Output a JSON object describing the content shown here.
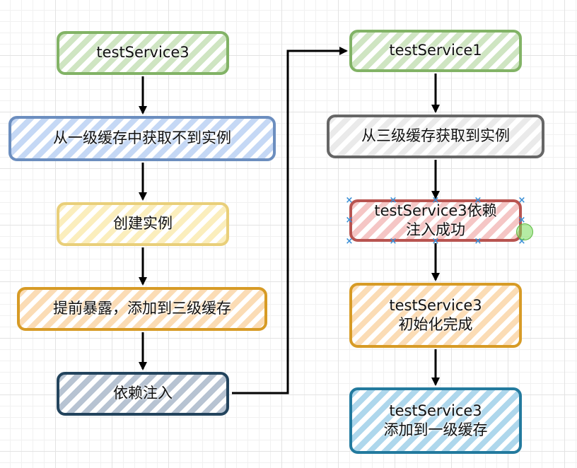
{
  "diagram": {
    "nodes": [
      {
        "id": "n1",
        "text": "testService3",
        "style": "green"
      },
      {
        "id": "n2",
        "text": "从一级缓存中获取不到实例",
        "style": "blue"
      },
      {
        "id": "n3",
        "text": "创建实例",
        "style": "yellow"
      },
      {
        "id": "n4",
        "text": "提前暴露，添加到三级缓存",
        "style": "orange"
      },
      {
        "id": "n5",
        "text": "依赖注入",
        "style": "navy"
      },
      {
        "id": "n6",
        "text": "testService1",
        "style": "green"
      },
      {
        "id": "n7",
        "text": "从三级缓存获取到实例",
        "style": "gray"
      },
      {
        "id": "n8",
        "text": "testService3依赖\n注入成功",
        "style": "red",
        "selected": true
      },
      {
        "id": "n9",
        "text": "testService3\n初始化完成",
        "style": "orange"
      },
      {
        "id": "n10",
        "text": "testService3\n添加到一级缓存",
        "style": "teal"
      }
    ],
    "edges": [
      {
        "from": "n1",
        "to": "n2"
      },
      {
        "from": "n2",
        "to": "n3"
      },
      {
        "from": "n3",
        "to": "n4"
      },
      {
        "from": "n4",
        "to": "n5"
      },
      {
        "from": "n5",
        "to": "n6"
      },
      {
        "from": "n6",
        "to": "n7"
      },
      {
        "from": "n7",
        "to": "n8"
      },
      {
        "from": "n8",
        "to": "n9"
      },
      {
        "from": "n9",
        "to": "n10"
      }
    ]
  }
}
